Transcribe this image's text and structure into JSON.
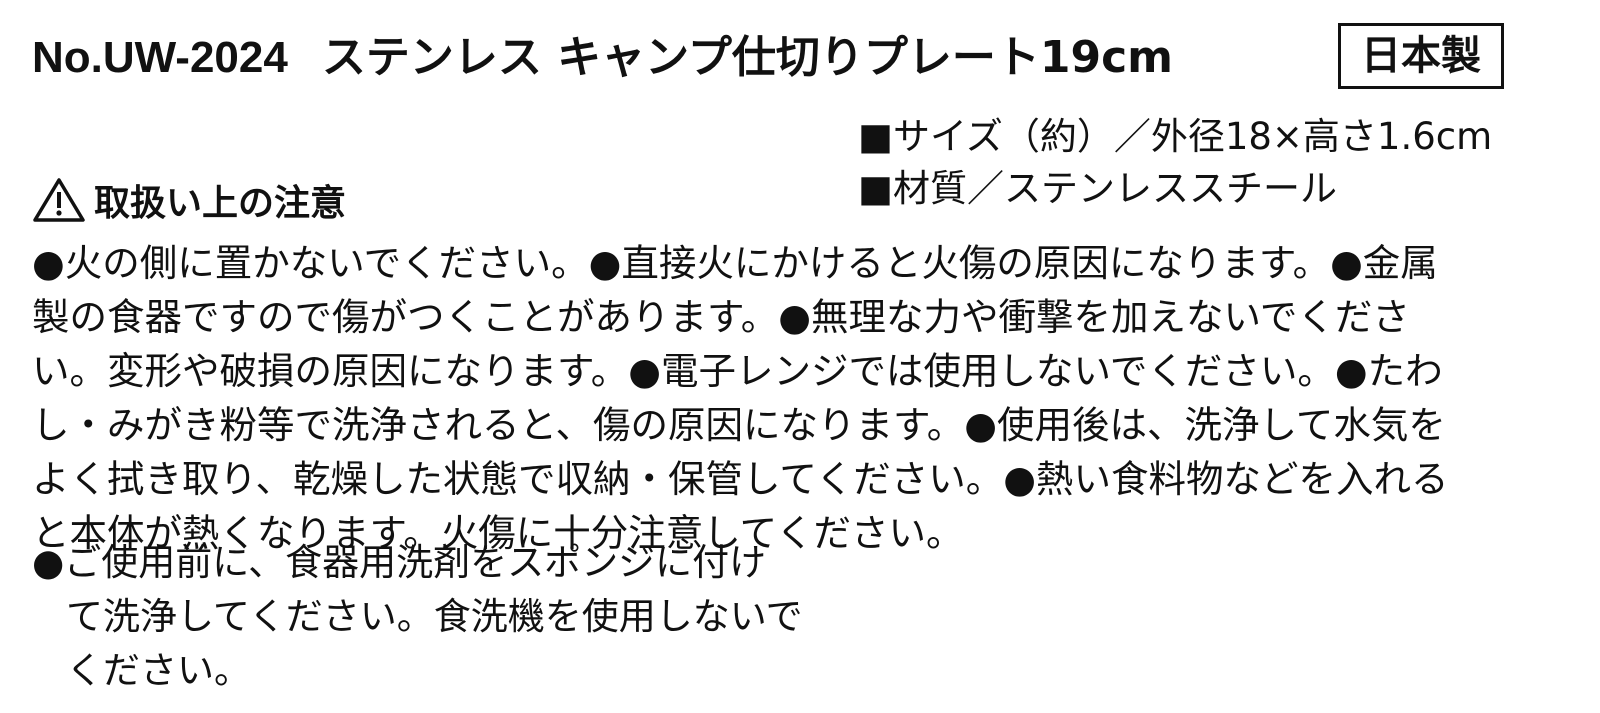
{
  "title": {
    "model": "No.UW-2024",
    "product": "ステンレス キャンプ仕切りプレート19cm"
  },
  "origin_badge": "日本製",
  "specs": {
    "size": "■サイズ（約）／外径18×高さ1.6cm",
    "material": "■材質／ステンレススチール"
  },
  "caution": {
    "icon": "warning-triangle-icon",
    "heading": "取扱い上の注意",
    "lines": [
      "●火の側に置かないでください。●直接火にかけると火傷の原因になります。●金属",
      "製の食器ですので傷がつくことがあります。●無理な力や衝撃を加えないでくださ",
      "い。変形や破損の原因になります。●電子レンジでは使用しないでください。●たわ",
      "し・みがき粉等で洗浄されると、傷の原因になります。●使用後は、洗浄して水気を",
      "よく拭き取り、乾燥した状態で収納・保管してください。●熱い食料物などを入れる",
      "と本体が熱くなります。火傷に十分注意してください。"
    ]
  },
  "pre_use_note": {
    "lines": [
      "●ご使用前に、食器用洗剤をスポンジに付け",
      "て洗浄してください。食洗機を使用しないで",
      "ください。"
    ]
  }
}
